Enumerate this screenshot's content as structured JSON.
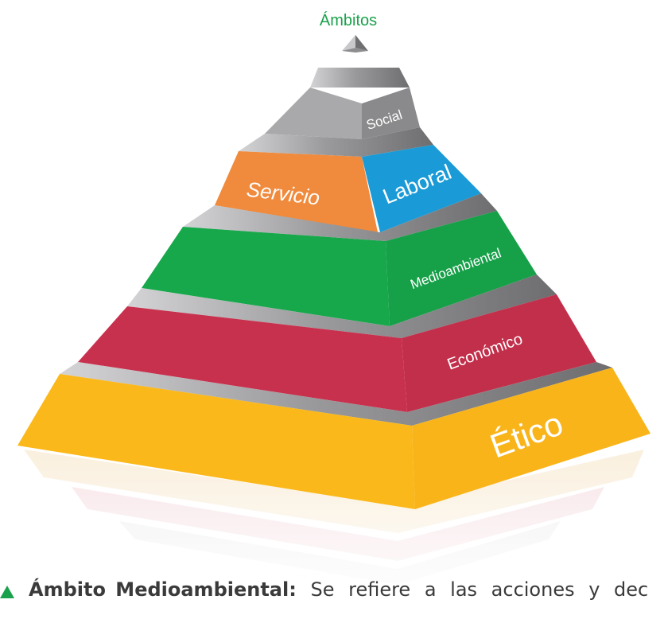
{
  "diagram": {
    "title": "Ámbitos",
    "levels": [
      {
        "label": "Social",
        "color": "#8c8c8e"
      },
      {
        "label": "Servicio",
        "color": "#f08a3c"
      },
      {
        "label": "Laboral",
        "color": "#1a9ad6"
      },
      {
        "label": "Medioambiental",
        "color": "#17a84b"
      },
      {
        "label": "Económico",
        "color": "#c8314e"
      },
      {
        "label": "Ético",
        "color": "#fbb81a"
      }
    ]
  },
  "caption": {
    "bold": "Ámbito Medioambiental:",
    "text": "Se refiere a las acciones y dec"
  },
  "colors": {
    "title": "#1aa14b",
    "bullet": "#1aa14b"
  }
}
